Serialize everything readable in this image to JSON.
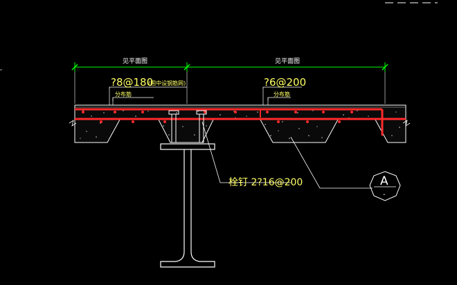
{
  "dimensions": {
    "left_label": "见平面图",
    "right_label": "见平面图"
  },
  "rebar_notes": {
    "left_main": "?8@180",
    "left_sub": "(固中设钢筋网)",
    "left_distribution": "分布筋",
    "right_main": "?6@200",
    "right_distribution": "分布筋"
  },
  "stud_note": "栓钉 2?16@200",
  "section_marker": {
    "letter": "A",
    "bottom_text": "-"
  },
  "colors": {
    "background": "#000000",
    "rebar": "#ff2a2a",
    "dimension": "#00ff00",
    "text": "#ffff66",
    "lines": "#ffffff"
  }
}
